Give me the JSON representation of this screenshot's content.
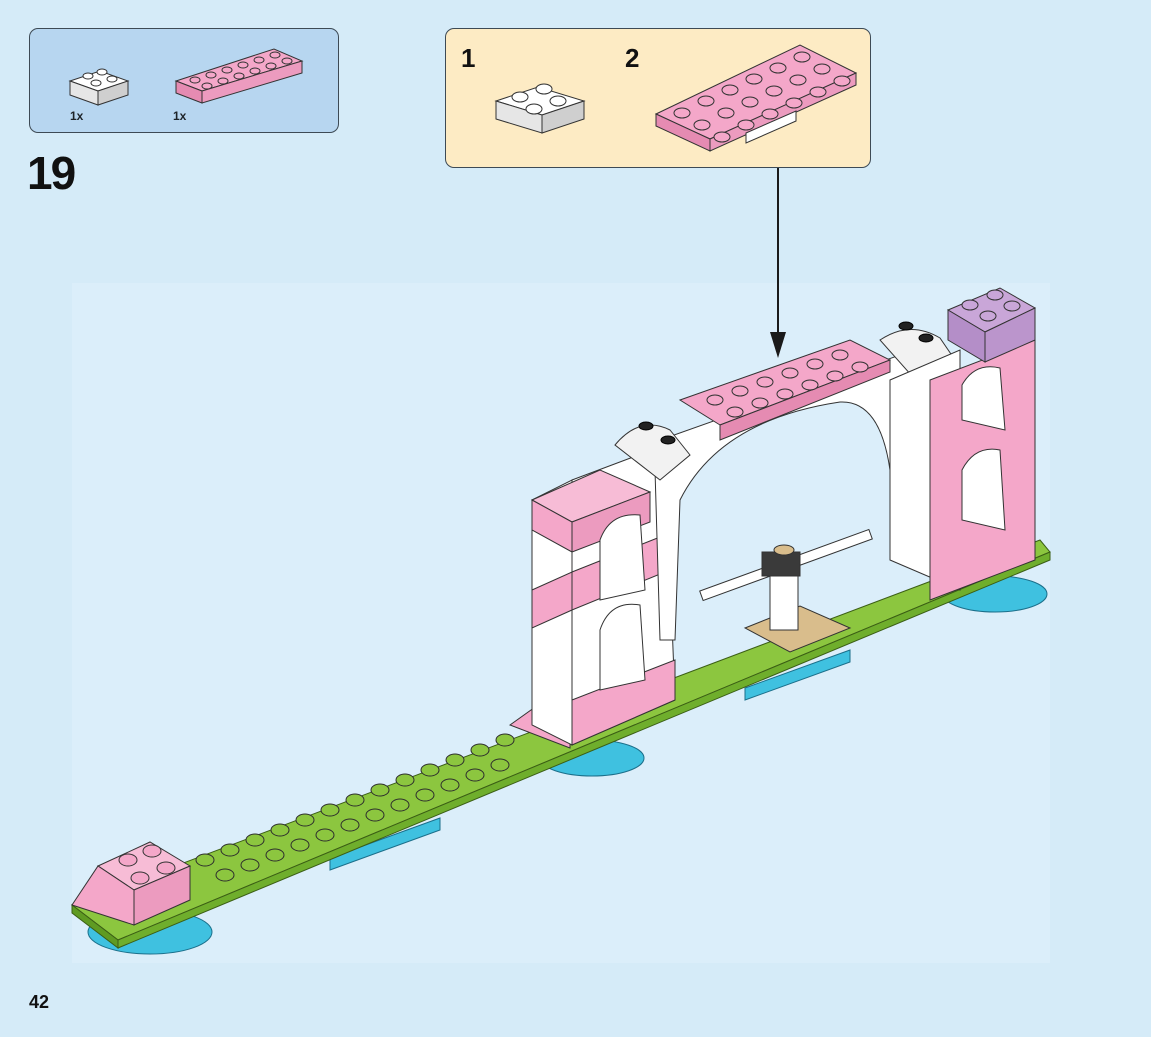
{
  "step": {
    "number": "19"
  },
  "parts_list": {
    "items": [
      {
        "part": "white-2x2-plate",
        "quantity": "1x",
        "color": "#ffffff"
      },
      {
        "part": "pink-2x6-plate",
        "quantity": "1x",
        "color": "#f4a7c9"
      }
    ]
  },
  "subassembly": {
    "steps": [
      {
        "number": "1",
        "part": "white-2x2-plate"
      },
      {
        "number": "2",
        "part": "pink-2x6-plate"
      }
    ]
  },
  "page": {
    "number": "42"
  },
  "colors": {
    "background": "#d5ebf8",
    "parts_box": "#b7d6f0",
    "subassembly_box": "#fdebc4",
    "pink": "#f4a7c9",
    "lime": "#8cc63f",
    "azure": "#3fc1e0",
    "white": "#ffffff",
    "lavender": "#c9a6d8"
  }
}
